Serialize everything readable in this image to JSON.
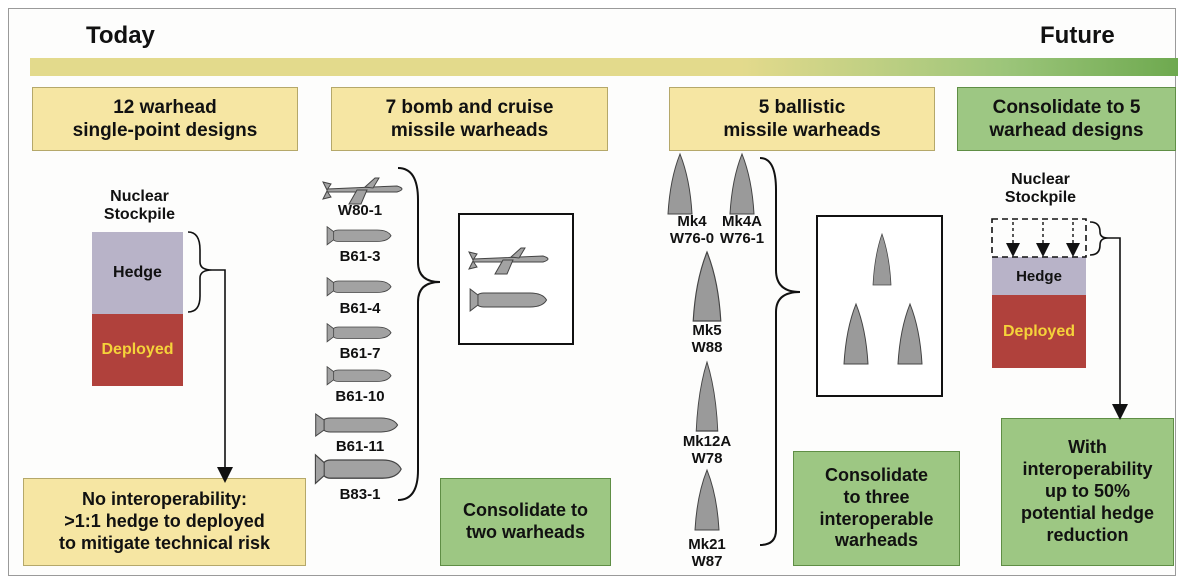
{
  "timeline": {
    "today_label": "Today",
    "future_label": "Future"
  },
  "headers": {
    "col1": "12 warhead\nsingle-point designs",
    "col2": "7 bomb and cruise\nmissile warheads",
    "col3": "5 ballistic\nmissile warheads",
    "col4": "Consolidate to 5\nwarhead designs"
  },
  "stockpile_today": {
    "title": "Nuclear\nStockpile",
    "hedge": "Hedge",
    "deployed": "Deployed"
  },
  "stockpile_future": {
    "title": "Nuclear\nStockpile",
    "hedge": "Hedge",
    "deployed": "Deployed"
  },
  "bomb_cruise_warheads": [
    "W80-1",
    "B61-3",
    "B61-4",
    "B61-7",
    "B61-10",
    "B61-11",
    "B83-1"
  ],
  "ballistic_warheads": [
    {
      "mk": "Mk4",
      "w": "W76-0"
    },
    {
      "mk": "Mk4A",
      "w": "W76-1"
    },
    {
      "mk": "Mk5",
      "w": "W88"
    },
    {
      "mk": "Mk12A",
      "w": "W78"
    },
    {
      "mk": "Mk21",
      "w": "W87"
    }
  ],
  "notes": {
    "no_interop": "No interoperability:\n>1:1 hedge to deployed\nto mitigate technical risk",
    "two_warheads": "Consolidate to\ntwo warheads",
    "three_interop": "Consolidate\nto three\ninteroperable\nwarheads",
    "with_interop": "With\ninteroperability\nup to 50%\npotential hedge\nreduction"
  },
  "colors": {
    "yellow_box": "#f6e6a3",
    "green_box": "#9dc783",
    "hedge": "#b8b3c8",
    "deployed": "#b0413c",
    "deployed_text": "#f5d33a",
    "weapon": "#9a9a9a"
  }
}
